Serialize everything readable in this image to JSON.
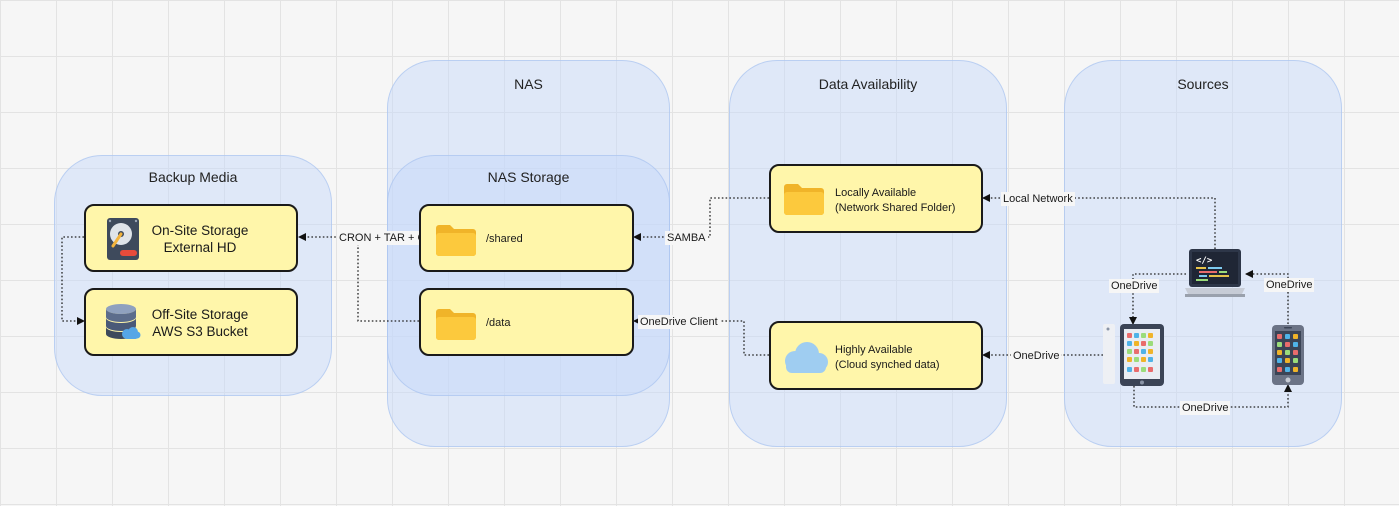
{
  "groups": {
    "nas": "NAS",
    "nas_storage": "NAS Storage",
    "backup_media": "Backup Media",
    "data_availability": "Data Availability",
    "sources": "Sources"
  },
  "nodes": {
    "onsite": {
      "line1": "On-Site Storage",
      "line2": "External HD",
      "icon": "hard-drive-icon"
    },
    "offsite": {
      "line1": "Off-Site Storage",
      "line2": "AWS S3 Bucket",
      "icon": "database-cloud-icon"
    },
    "shared": {
      "label": "/shared",
      "icon": "folder-icon"
    },
    "data": {
      "label": "/data",
      "icon": "folder-icon"
    },
    "local": {
      "line1": "Locally Available",
      "line2": "(Network Shared Folder)",
      "icon": "folder-icon"
    },
    "cloud": {
      "line1": "Highly Available",
      "line2": "(Cloud synched data)",
      "icon": "cloud-icon"
    }
  },
  "devices": {
    "laptop": "laptop-icon",
    "tablet": "tablet-icon",
    "phone": "phone-icon"
  },
  "edges": {
    "cron": "CRON + TAR + GZIP",
    "samba": "SAMBA",
    "onedrive_client": "OneDrive Client",
    "local_network": "Local Network",
    "onedrive_cloud": "OneDrive",
    "onedrive_laptop_tablet": "OneDrive",
    "onedrive_phone_laptop": "OneDrive",
    "onedrive_tablet_phone": "OneDrive"
  },
  "colors": {
    "group_fill": "#c3d7fa",
    "node_fill": "#fff6aa",
    "folder": "#fcc93d",
    "cloud": "#9fcdf1"
  }
}
